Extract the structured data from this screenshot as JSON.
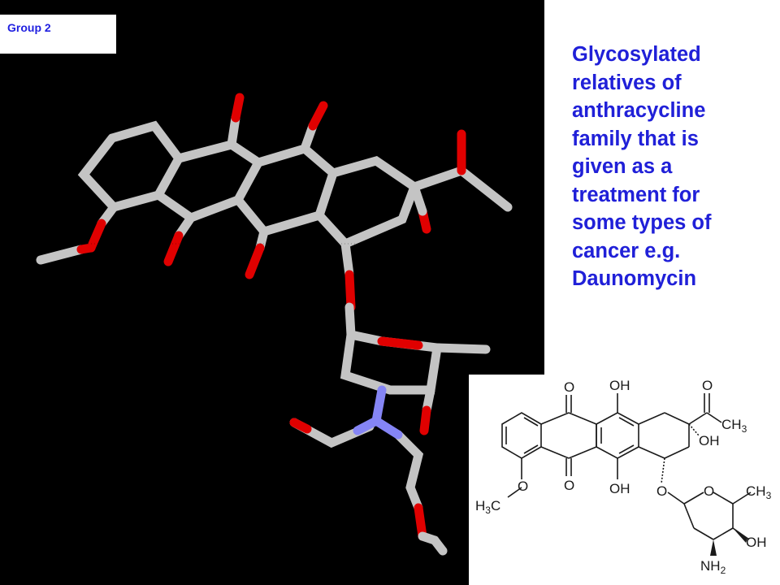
{
  "slide": {
    "group_label": "Group 2",
    "caption_lines": [
      "Glycosylated",
      "relatives of",
      "anthracycline",
      "family that is",
      "given as a",
      "treatment for",
      "some types of",
      "cancer e.g.",
      "Daunomycin"
    ],
    "colors": {
      "caption": "#2020d8",
      "group_label": "#1f1fe0",
      "panel_background": "#000000",
      "carbon_bond": "#c8c8c8",
      "oxygen_bond": "#e00000",
      "nitrogen_bond": "#8080ff"
    }
  },
  "structure": {
    "labels": {
      "o_top_left": "O",
      "oh_top": "OH",
      "o_acetyl": "O",
      "ch3_acetyl": "CH",
      "ch3_acetyl_sub": "3",
      "oh_c9": "OH",
      "o_bottom_left": "O",
      "oh_bottom": "OH",
      "o_methoxy": "O",
      "h3c_methoxy": "H",
      "h3c_methoxy_sub": "3",
      "h3c_methoxy_c": "C",
      "o_glycoside": "O",
      "o_ring": "O",
      "ch3_sugar": "CH",
      "ch3_sugar_sub": "3",
      "oh_sugar": "OH",
      "nh2_sugar": "NH",
      "nh2_sugar_sub": "2"
    }
  }
}
